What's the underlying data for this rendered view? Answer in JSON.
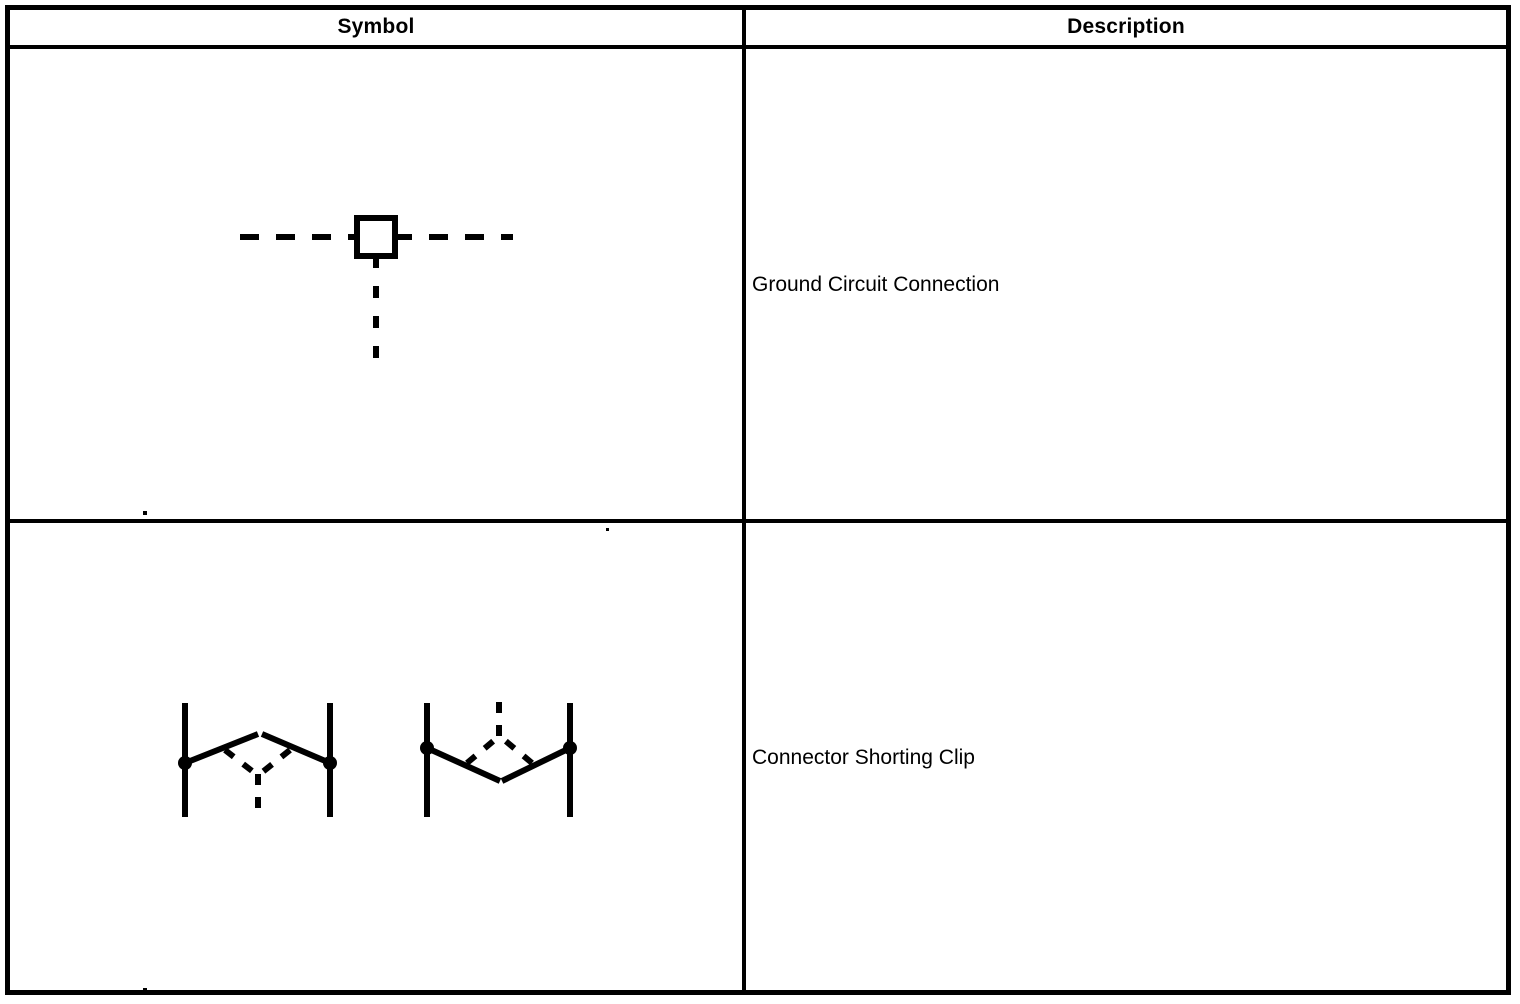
{
  "table": {
    "headers": {
      "symbol": "Symbol",
      "description": "Description"
    },
    "rows": [
      {
        "symbol_name": "ground-circuit-connection-symbol",
        "description": "Ground Circuit Connection"
      },
      {
        "symbol_name": "connector-shorting-clip-symbol",
        "description": "Connector Shorting Clip"
      }
    ]
  },
  "colors": {
    "ink": "#000000",
    "background": "#ffffff"
  }
}
